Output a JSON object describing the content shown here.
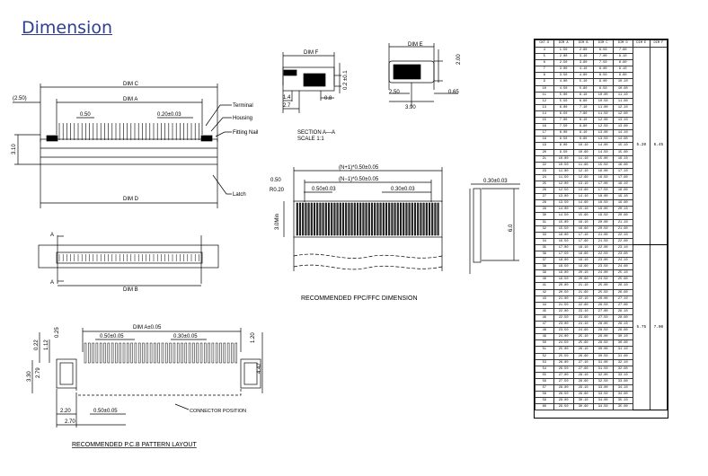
{
  "page": {
    "title": "Dimension"
  },
  "side_view": {
    "dim_c": "DIM C",
    "dim_a": "DIM A",
    "dim_d": "DIM D",
    "offset_250": "(2.50)",
    "pitch_050": "0.50",
    "pitch_020": "0.20±0.03",
    "height_310": "3.10",
    "label_terminal": "Terminal",
    "label_housing": "Housing",
    "label_fitting_nail": "Fitting Nail",
    "label_latch": "Latch"
  },
  "bottom_view": {
    "dim_b": "DIM B",
    "section_a_top": "A",
    "section_a_bottom": "A"
  },
  "section_f": {
    "dim_f": "DIM F",
    "dim_027": "0.2 ±0.1",
    "dim_14": "1.4",
    "dim_27": "2.7",
    "dim_08": "0.8"
  },
  "section_e": {
    "dim_e": "DIM E",
    "dim_200": "2.00",
    "dim_250": "2.50",
    "dim_390": "3.90",
    "dim_065": "0.65"
  },
  "section_label": {
    "line1": "SECTION A—A",
    "line2": "SCALE  1:1"
  },
  "fpc": {
    "dim_n1": "(N+1)*0.50±0.05",
    "dim_n_1": "(N−1)*0.50±0.05",
    "dim_050": "0.50",
    "dim_r020": "R0.20",
    "pitch_050": "0.50±0.03",
    "width_030": "0.30±0.03",
    "height_30": "3.0Min",
    "thickness": "0.30±0.03",
    "length_60": "6.0",
    "caption": "RECOMMENDED  FPC/FFC  DIMENSION"
  },
  "pcb": {
    "dim_a_005": "DIM A±0.05",
    "pitch": "0.50±0.05",
    "width": "0.30±0.05",
    "dim_022": "0.22",
    "dim_112": "1.12",
    "dim_025": "0.25",
    "dim_120": "1.20",
    "dim_330": "3.30",
    "dim_279": "2.79",
    "dim_442": "4.42",
    "dim_220": "2.20",
    "dim_050": "0.50±0.05",
    "dim_270": "2.70",
    "connector_position": "CONNECTOR POSITION",
    "caption": "RECOMMENDED  P.C.B  PATTERN  LAYOUT"
  },
  "table": {
    "headers": [
      "CKT.S",
      "DIM A",
      "DIM B",
      "DIM C",
      "DIM D",
      "DIM E",
      "DIM F"
    ],
    "dim_e_group1": "5.20",
    "dim_f_group1": "6.45",
    "dim_e_group2": "5.75",
    "dim_f_group2": "7.00",
    "rows": [
      [
        "4",
        "1.50",
        "2.60",
        "6.50",
        "7.60"
      ],
      [
        "5",
        "2.00",
        "3.10",
        "7.00",
        "8.10"
      ],
      [
        "6",
        "2.50",
        "3.60",
        "7.50",
        "8.60"
      ],
      [
        "7",
        "3.00",
        "4.10",
        "8.00",
        "9.10"
      ],
      [
        "8",
        "3.50",
        "4.60",
        "8.50",
        "9.60"
      ],
      [
        "9",
        "4.00",
        "5.10",
        "9.00",
        "10.10"
      ],
      [
        "10",
        "4.50",
        "5.60",
        "9.50",
        "10.60"
      ],
      [
        "11",
        "5.00",
        "6.10",
        "10.00",
        "11.10"
      ],
      [
        "12",
        "5.50",
        "6.60",
        "10.50",
        "11.60"
      ],
      [
        "13",
        "6.00",
        "7.10",
        "11.00",
        "12.10"
      ],
      [
        "14",
        "6.50",
        "7.60",
        "11.50",
        "12.60"
      ],
      [
        "15",
        "7.00",
        "8.10",
        "12.00",
        "13.10"
      ],
      [
        "16",
        "7.50",
        "8.60",
        "12.50",
        "13.60"
      ],
      [
        "17",
        "8.00",
        "9.10",
        "13.00",
        "14.10"
      ],
      [
        "18",
        "8.50",
        "9.60",
        "13.50",
        "14.60"
      ],
      [
        "19",
        "9.00",
        "10.10",
        "14.00",
        "15.10"
      ],
      [
        "20",
        "9.50",
        "10.60",
        "14.50",
        "15.60"
      ],
      [
        "21",
        "10.00",
        "11.10",
        "15.00",
        "16.10"
      ],
      [
        "22",
        "10.50",
        "11.60",
        "15.50",
        "16.60"
      ],
      [
        "23",
        "11.00",
        "12.10",
        "16.00",
        "17.10"
      ],
      [
        "24",
        "11.50",
        "12.60",
        "16.50",
        "17.60"
      ],
      [
        "25",
        "12.00",
        "13.10",
        "17.00",
        "18.10"
      ],
      [
        "26",
        "12.50",
        "13.60",
        "17.50",
        "18.60"
      ],
      [
        "27",
        "13.00",
        "14.10",
        "18.00",
        "19.10"
      ],
      [
        "28",
        "13.50",
        "14.60",
        "18.50",
        "19.60"
      ],
      [
        "29",
        "14.00",
        "15.10",
        "19.00",
        "20.10"
      ],
      [
        "30",
        "14.50",
        "15.60",
        "19.50",
        "20.60"
      ],
      [
        "31",
        "15.00",
        "16.10",
        "20.00",
        "21.10"
      ],
      [
        "32",
        "15.50",
        "16.60",
        "20.50",
        "21.60"
      ],
      [
        "33",
        "16.00",
        "17.10",
        "21.00",
        "22.10"
      ],
      [
        "34",
        "16.50",
        "17.60",
        "21.50",
        "22.60"
      ],
      [
        "35",
        "17.00",
        "18.10",
        "22.00",
        "23.10"
      ],
      [
        "36",
        "17.50",
        "18.60",
        "22.50",
        "23.60"
      ],
      [
        "37",
        "18.00",
        "19.10",
        "23.00",
        "24.10"
      ],
      [
        "38",
        "18.50",
        "19.60",
        "23.50",
        "24.60"
      ],
      [
        "39",
        "19.00",
        "20.10",
        "24.00",
        "25.10"
      ],
      [
        "40",
        "19.50",
        "20.60",
        "24.50",
        "25.60"
      ],
      [
        "41",
        "20.00",
        "21.10",
        "25.00",
        "26.10"
      ],
      [
        "42",
        "20.50",
        "21.60",
        "25.50",
        "26.60"
      ],
      [
        "43",
        "21.00",
        "22.10",
        "26.00",
        "27.10"
      ],
      [
        "44",
        "21.50",
        "22.60",
        "26.50",
        "27.60"
      ],
      [
        "45",
        "22.00",
        "23.10",
        "27.00",
        "28.10"
      ],
      [
        "46",
        "22.50",
        "23.60",
        "27.50",
        "28.60"
      ],
      [
        "47",
        "23.00",
        "24.10",
        "28.00",
        "29.10"
      ],
      [
        "48",
        "23.50",
        "24.60",
        "28.50",
        "29.60"
      ],
      [
        "49",
        "24.00",
        "25.10",
        "29.00",
        "30.10"
      ],
      [
        "50",
        "24.50",
        "25.60",
        "29.50",
        "30.60"
      ],
      [
        "51",
        "25.00",
        "26.10",
        "30.00",
        "31.10"
      ],
      [
        "52",
        "25.50",
        "26.60",
        "30.50",
        "31.60"
      ],
      [
        "53",
        "26.00",
        "27.10",
        "31.00",
        "32.10"
      ],
      [
        "54",
        "26.50",
        "27.60",
        "31.50",
        "32.60"
      ],
      [
        "55",
        "27.00",
        "28.10",
        "32.00",
        "33.10"
      ],
      [
        "56",
        "27.50",
        "28.60",
        "32.50",
        "33.60"
      ],
      [
        "57",
        "28.00",
        "29.10",
        "33.00",
        "34.10"
      ],
      [
        "58",
        "28.50",
        "29.60",
        "33.50",
        "34.60"
      ],
      [
        "59",
        "29.00",
        "30.10",
        "34.00",
        "35.10"
      ],
      [
        "60",
        "29.50",
        "30.60",
        "34.50",
        "35.60"
      ]
    ]
  }
}
